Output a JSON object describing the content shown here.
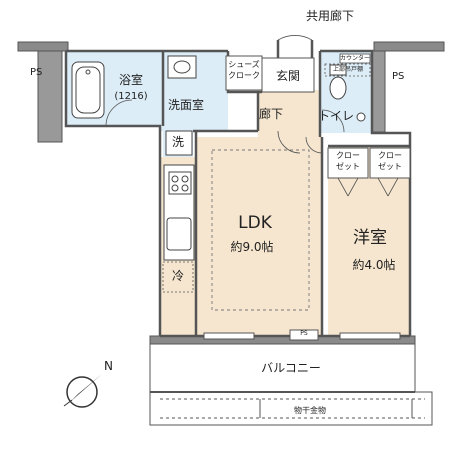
{
  "labels": {
    "corridor_shared": "共用廊下",
    "ps_left": "PS",
    "ps_right": "PS",
    "bathroom": "浴室",
    "bath_size": "(1216)",
    "washroom": "洗面室",
    "washer": "洗",
    "shoe_closet_1": "シューズ",
    "shoe_closet_2": "クローク",
    "entrance": "玄関",
    "hallway": "廊下",
    "toilet": "トイレ",
    "counter": "カウンター",
    "upper_storage": "上部吊戸棚",
    "closet1_1": "クロー",
    "closet1_2": "ゼット",
    "closet2_1": "クロー",
    "closet2_2": "ゼット",
    "ldk": "LDK",
    "ldk_size": "約9.0帖",
    "bedroom": "洋室",
    "bedroom_size": "約4.0帖",
    "fridge": "冷",
    "balcony": "バルコニー",
    "drying_rack": "物干金物",
    "north": "N",
    "ps_small": "PS"
  },
  "colors": {
    "floor_wood": "#f6e6cf",
    "floor_wet": "#dcedf7",
    "wall": "#666666",
    "wall_dark": "#888888"
  }
}
